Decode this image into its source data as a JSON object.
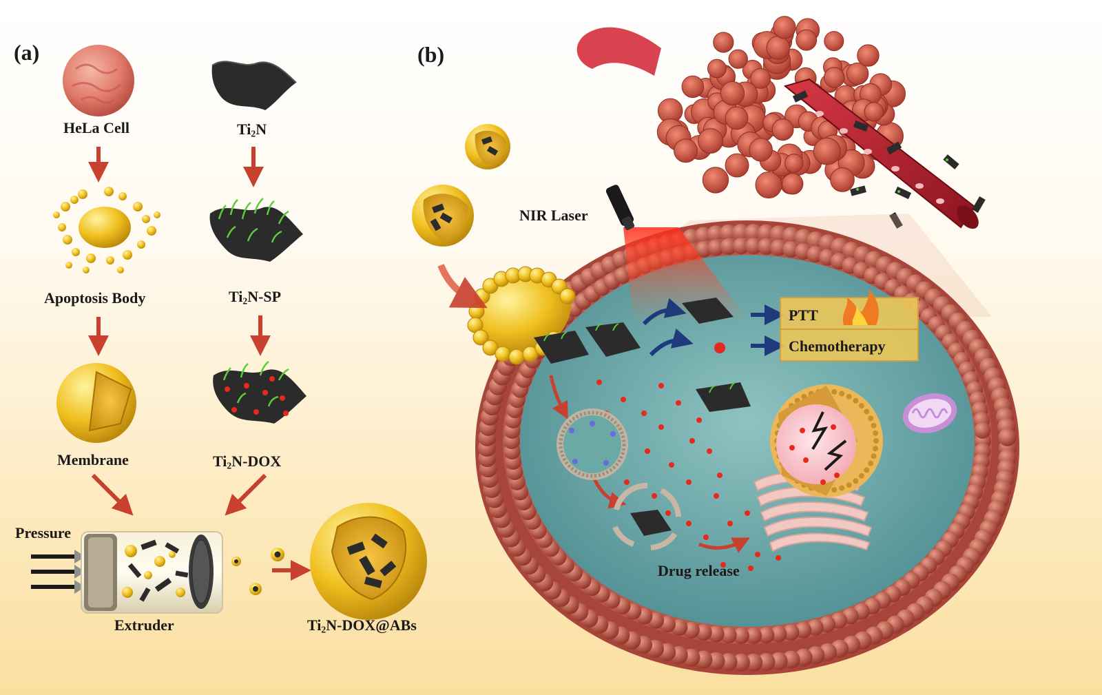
{
  "panels": {
    "a": "(a)",
    "b": "(b)"
  },
  "labels": {
    "hela_cell": "HeLa Cell",
    "ti2n": {
      "base": "Ti",
      "sub": "2",
      "rest": "N"
    },
    "apoptosis_body": "Apoptosis Body",
    "ti2n_sp": {
      "base": "Ti",
      "sub": "2",
      "rest": "N-SP"
    },
    "membrane": "Membrane",
    "ti2n_dox": {
      "base": "Ti",
      "sub": "2",
      "rest": "N-DOX"
    },
    "pressure": "Pressure",
    "extruder": "Extruder",
    "ti2n_dox_abs": {
      "base": "Ti",
      "sub": "2",
      "rest": "N-DOX@ABs"
    },
    "nir_laser": "NIR Laser",
    "ptt": "PTT",
    "chemotherapy": "Chemotherapy",
    "drug_release": "Drug release"
  },
  "colors": {
    "arrow_red": "#c8402e",
    "arrow_navy": "#1f3a7a",
    "tumor": "#c9574a",
    "vessel": "#b81e2c",
    "golden": "#e8b41e",
    "nanosheet": "#2b2b2b",
    "cytoplasm": "#5f9ea0",
    "dox": "#e52a1d",
    "box_fill": "#e9c65a"
  }
}
